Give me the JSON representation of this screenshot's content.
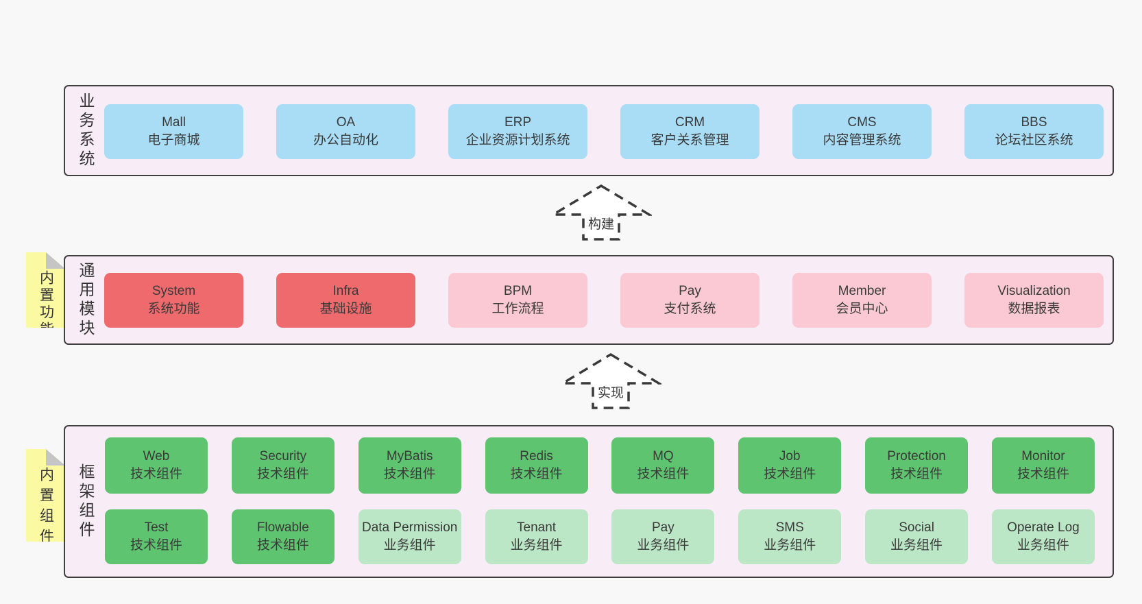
{
  "layers": [
    {
      "label": "业务系统",
      "boxes": [
        {
          "en": "Mall",
          "zh": "电子商城"
        },
        {
          "en": "OA",
          "zh": "办公自动化"
        },
        {
          "en": "ERP",
          "zh": "企业资源计划系统"
        },
        {
          "en": "CRM",
          "zh": "客户关系管理"
        },
        {
          "en": "CMS",
          "zh": "内容管理系统"
        },
        {
          "en": "BBS",
          "zh": "论坛社区系统"
        }
      ]
    },
    {
      "label": "通用模块",
      "sticky": "内置功能",
      "boxes": [
        {
          "en": "System",
          "zh": "系统功能"
        },
        {
          "en": "Infra",
          "zh": "基础设施"
        },
        {
          "en": "BPM",
          "zh": "工作流程"
        },
        {
          "en": "Pay",
          "zh": "支付系统"
        },
        {
          "en": "Member",
          "zh": "会员中心"
        },
        {
          "en": "Visualization",
          "zh": "数据报表"
        }
      ]
    },
    {
      "label": "框架组件",
      "sticky": "内置组件",
      "rows": [
        [
          {
            "en": "Web",
            "zh": "技术组件"
          },
          {
            "en": "Security",
            "zh": "技术组件"
          },
          {
            "en": "MyBatis",
            "zh": "技术组件"
          },
          {
            "en": "Redis",
            "zh": "技术组件"
          },
          {
            "en": "MQ",
            "zh": "技术组件"
          },
          {
            "en": "Job",
            "zh": "技术组件"
          },
          {
            "en": "Protection",
            "zh": "技术组件"
          },
          {
            "en": "Monitor",
            "zh": "技术组件"
          }
        ],
        [
          {
            "en": "Test",
            "zh": "技术组件"
          },
          {
            "en": "Flowable",
            "zh": "技术组件"
          },
          {
            "en": "Data Permission",
            "zh": "业务组件"
          },
          {
            "en": "Tenant",
            "zh": "业务组件"
          },
          {
            "en": "Pay",
            "zh": "业务组件"
          },
          {
            "en": "SMS",
            "zh": "业务组件"
          },
          {
            "en": "Social",
            "zh": "业务组件"
          },
          {
            "en": "Operate Log",
            "zh": "业务组件"
          }
        ]
      ]
    }
  ],
  "arrows": [
    {
      "label": "构建"
    },
    {
      "label": "实现"
    }
  ],
  "colors": {
    "box_blue": "#a9dcf5",
    "box_red": "#ee6a6c",
    "box_pink": "#fbc9d3",
    "box_green_dark": "#5fc46f",
    "box_green_light": "#bce7c6",
    "panel_bg": "#f8edf6",
    "panel_border": "#3f3f3f",
    "sticky_yellow": "#fbf9a2",
    "sticky_fold_gray": "#c5c5c5",
    "arrow_stroke": "#3a3a3a"
  }
}
